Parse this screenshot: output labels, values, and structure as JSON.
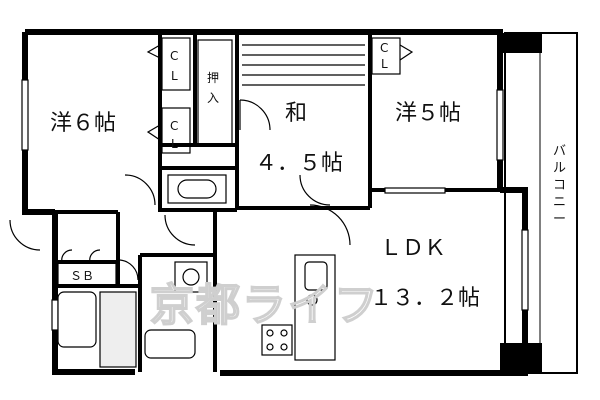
{
  "rooms": {
    "western_6": "洋６帖",
    "japanese_label": "和",
    "japanese_size": "４．５帖",
    "western_5": "洋５帖",
    "ldk_label": "ＬＤＫ",
    "ldk_size": "１３．２帖"
  },
  "storage": {
    "closet_top_left_1": "C",
    "closet_top_left_2": "L",
    "closet_mid_left_1": "C",
    "closet_mid_left_2": "L",
    "closet_right_1": "C",
    "closet_right_2": "L",
    "oshiire_1": "押",
    "oshiire_2": "入",
    "shoe_box": "ＳＢ"
  },
  "balcony": [
    "バ",
    "ル",
    "コ",
    "ニ",
    "ー"
  ],
  "watermark": "京都ライフ"
}
